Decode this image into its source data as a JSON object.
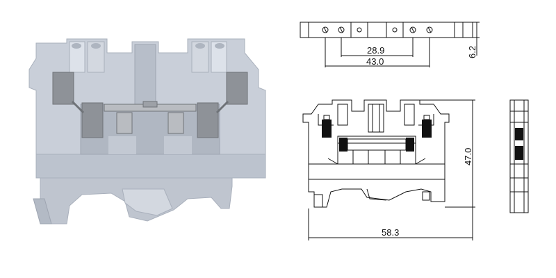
{
  "colors": {
    "background": "#ffffff",
    "housing": "#c9cfd9",
    "housing_light": "#dde2ea",
    "housing_shadow": "#a9b0bc",
    "metal": "#8e9298",
    "metal_light": "#b9bcc1",
    "line": "#111111"
  },
  "dimensions": {
    "top_inner_width": "28.9",
    "top_outer_width": "43.0",
    "top_height": "6.2",
    "front_height": "47.0",
    "front_width": "58.3"
  }
}
